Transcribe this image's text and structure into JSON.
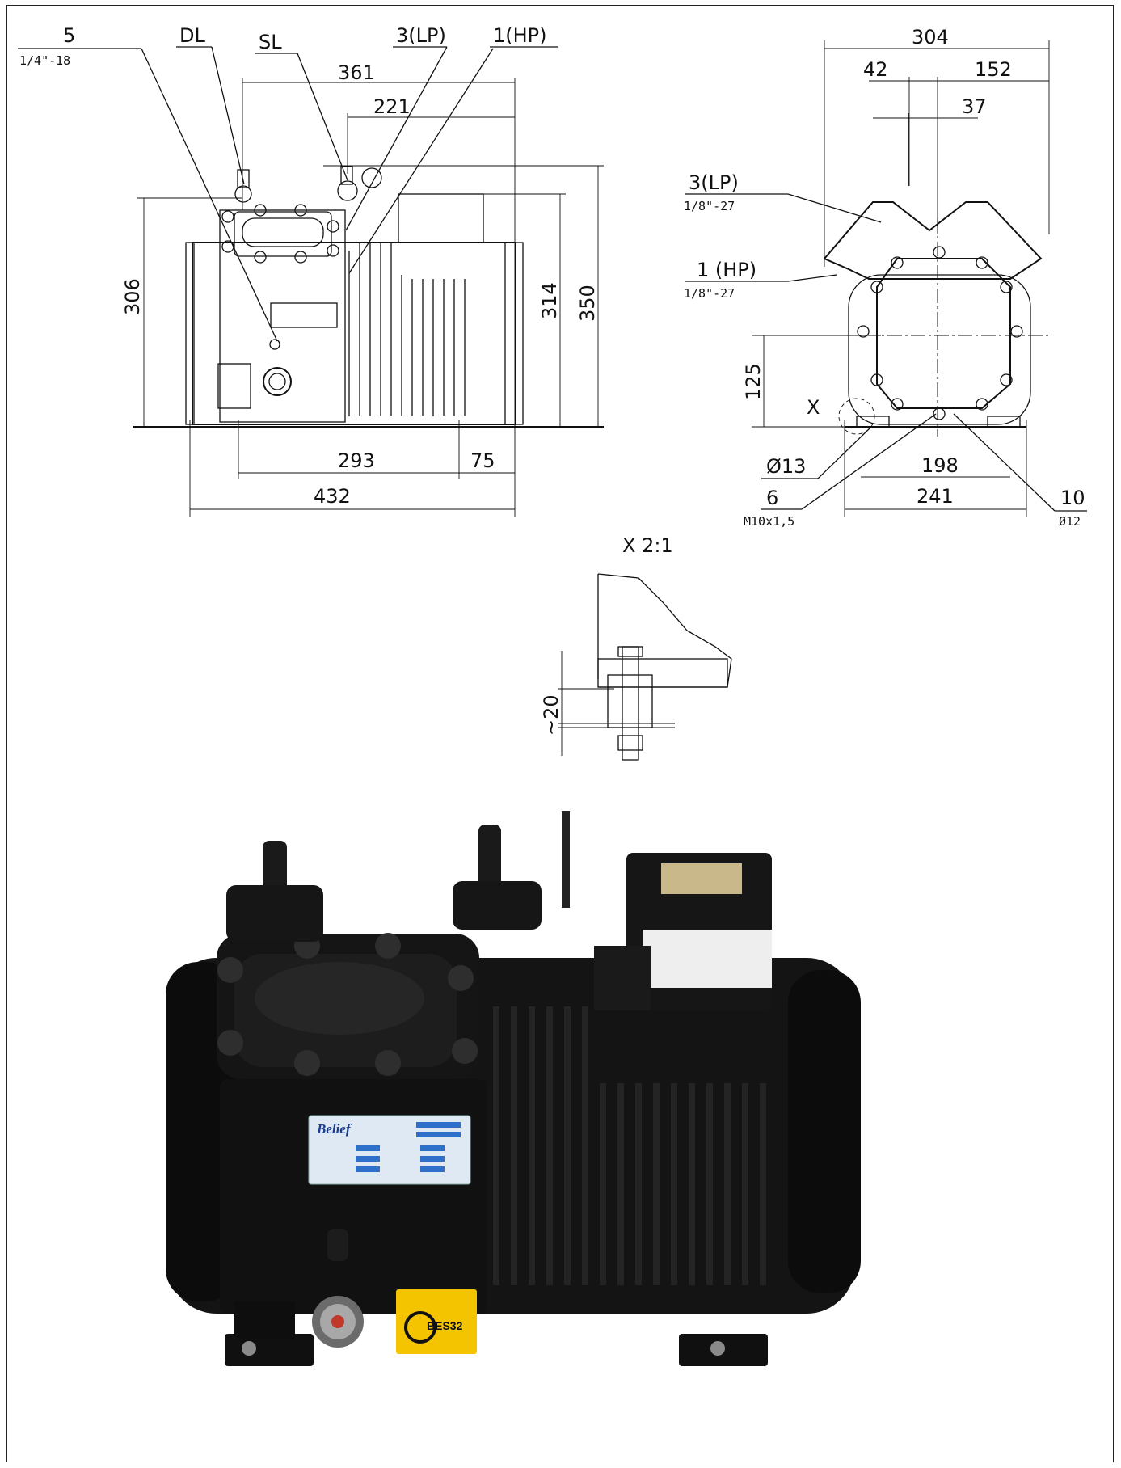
{
  "front_view": {
    "callouts": {
      "port5": "5",
      "port5_thread": "1/4\"-18",
      "dl": "DL",
      "sl": "SL",
      "lp": "3(LP)",
      "hp": "1(HP)"
    },
    "dims": {
      "w361": "361",
      "w221": "221",
      "h306": "306",
      "h314": "314",
      "h350": "350",
      "w293": "293",
      "w75": "75",
      "w432": "432"
    }
  },
  "side_view": {
    "callouts": {
      "lp": "3(LP)",
      "lp_thread": "1/8\"-27",
      "hp": "1 (HP)",
      "hp_thread": "1/8\"-27",
      "x_mark": "X",
      "dia13": "Ø13",
      "port6": "6",
      "port6_thread": "M10x1,5",
      "port10": "10",
      "port10_dia": "Ø12"
    },
    "dims": {
      "w304": "304",
      "w42": "42",
      "w152": "152",
      "w37": "37",
      "h125": "125",
      "w198": "198",
      "w241": "241"
    }
  },
  "detail_view": {
    "title": "X 2:1",
    "dim20": "~20"
  },
  "photo": {
    "brand": "Belief",
    "sight_label_top": "BES32",
    "nameplate_color": "#dfe9f3",
    "body_color": "#141414",
    "warning_label_color": "#f5c400"
  }
}
